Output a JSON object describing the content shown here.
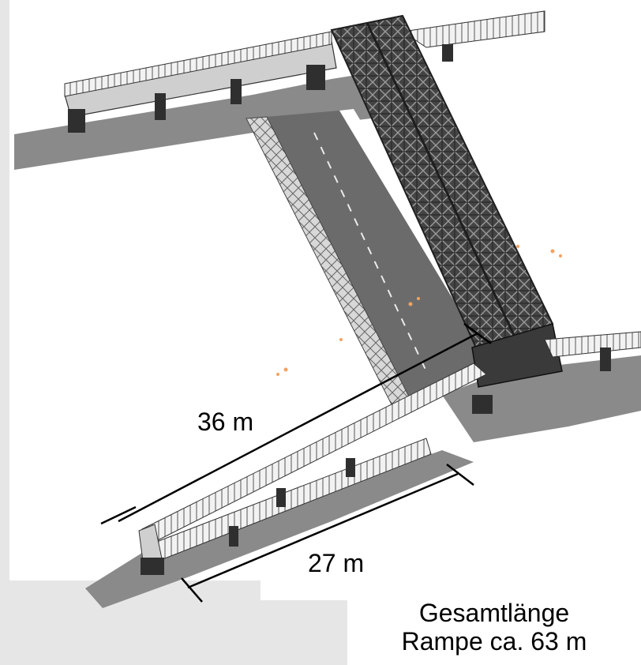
{
  "labels": {
    "dimension_long": "36 m",
    "dimension_short": "27 m",
    "caption_line1": "Gesamtlänge",
    "caption_line2": "Rampe ca. 63 m"
  },
  "colors": {
    "background": "#e6e6e6",
    "canvas": "#ffffff",
    "shadow": "#7a7a7a",
    "road": "#6a6a6a",
    "steel": "#333333",
    "railing": "#d9d9d9",
    "ink": "#000000"
  }
}
